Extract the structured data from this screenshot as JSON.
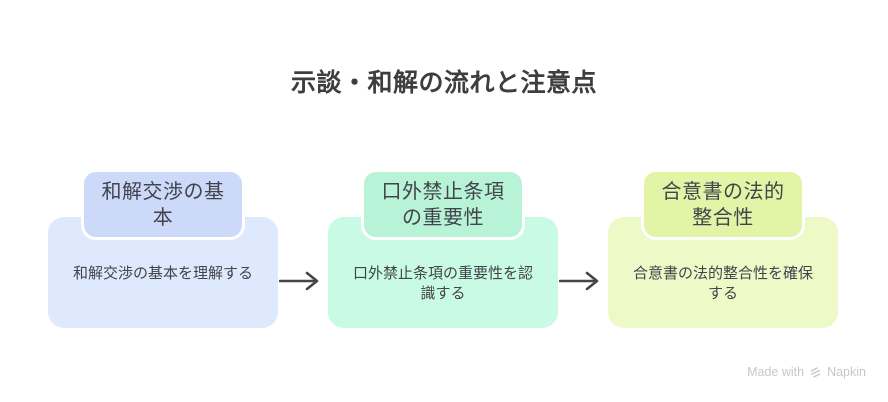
{
  "title": "示談・和解の流れと注意点",
  "steps": [
    {
      "header": "和解交渉の基\n本",
      "body": "和解交渉の基本を理解する",
      "tab_color": "#cdd9f8",
      "body_color": "#dfe9fd"
    },
    {
      "header": "口外禁止条項\nの重要性",
      "body": "口外禁止条項の重要性を認\n識する",
      "tab_color": "#b8f3d8",
      "body_color": "#c9fae5"
    },
    {
      "header": "合意書の法的\n整合性",
      "body": "合意書の法的整合性を確保\nする",
      "tab_color": "#e2f4a6",
      "body_color": "#edf9c7"
    }
  ],
  "arrows": [
    {
      "from": "step-1",
      "to": "step-2"
    },
    {
      "from": "step-2",
      "to": "step-3"
    }
  ],
  "watermark": {
    "made_with": "Made with",
    "brand": "Napkin"
  },
  "colors": {
    "title_text": "#3e3e3e",
    "step_text": "#41444a",
    "arrow": "#464646",
    "watermark": "#c7c7c7",
    "background": "#ffffff",
    "tab_border": "#ffffff"
  }
}
